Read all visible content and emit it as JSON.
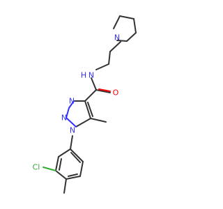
{
  "molecule": {
    "atoms": {
      "pyrrolidine_n": "N",
      "amide_nh": "N",
      "amide_h": "H",
      "amide_o": "O",
      "triazole_n2": "N",
      "triazole_n3": "N",
      "triazole_n1": "N",
      "chlorine": "Cl"
    }
  }
}
